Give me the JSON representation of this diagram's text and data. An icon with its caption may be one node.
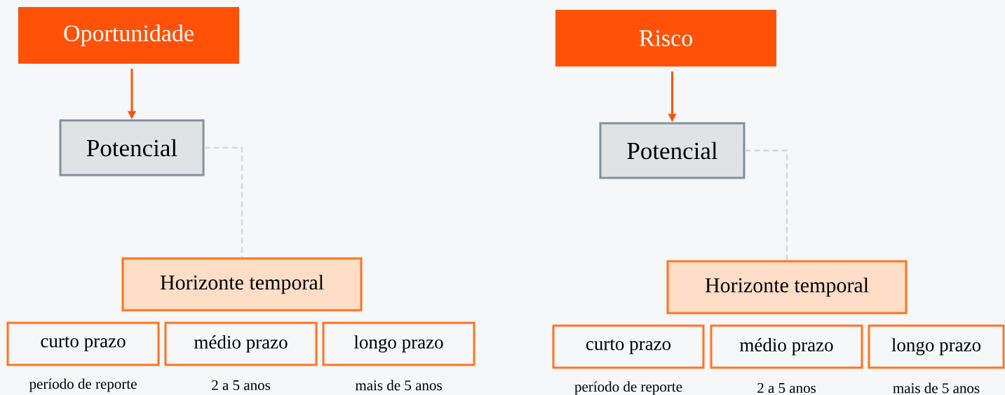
{
  "diagram": {
    "nodes": [
      {
        "text": [
          "Oportunidade"
        ]
      },
      {
        "text": [
          "Potencial"
        ]
      },
      {
        "text": [
          "Horizonte temporal"
        ]
      },
      {
        "text": [
          "curto prazo"
        ],
        "beside": [
          "período de reporte"
        ]
      },
      {
        "text": [
          "médio prazo"
        ],
        "beside": [
          "2 a 5 anos"
        ]
      },
      {
        "text": [
          "longo prazo"
        ],
        "beside": [
          "mais de 5 anos"
        ]
      },
      {
        "text": [
          "Risco"
        ]
      },
      {
        "text": [
          "Potencial"
        ]
      },
      {
        "text": [
          "Horizonte temporal"
        ]
      },
      {
        "text": [
          "curto prazo"
        ],
        "beside": [
          "período de reporte"
        ]
      },
      {
        "text": [
          "médio prazo"
        ],
        "beside": [
          "2 a 5 anos"
        ]
      },
      {
        "text": [
          "longo prazo"
        ],
        "beside": [
          "mais de 5 anos"
        ]
      }
    ],
    "edges": [
      {
        "from": 0,
        "to": 1,
        "arrow": "to",
        "color": "#ff5208"
      },
      {
        "from": 1,
        "to": 2,
        "arrow": "none",
        "style": "dashed",
        "color": "#d6d8dc"
      },
      {
        "from": 6,
        "to": 7,
        "arrow": "to",
        "color": "#ff5208"
      },
      {
        "from": 7,
        "to": 8,
        "arrow": "none",
        "style": "dashed",
        "color": "#d6d8dc"
      }
    ]
  }
}
